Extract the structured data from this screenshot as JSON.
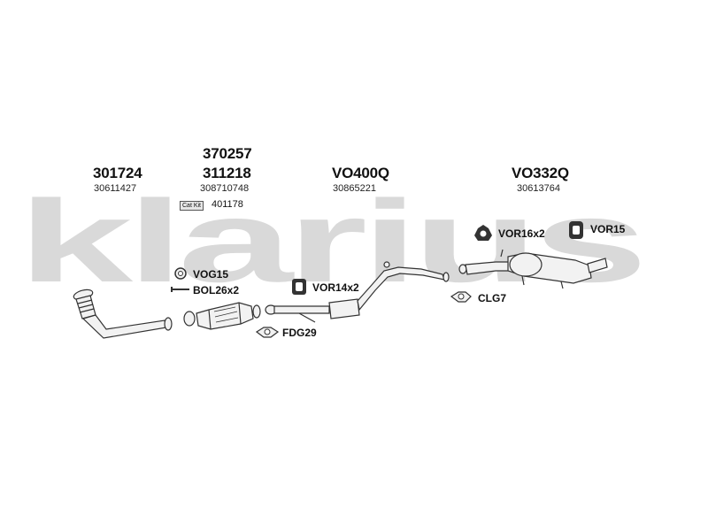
{
  "watermark": "klarius",
  "columns": [
    {
      "id": "c1",
      "codes": [
        "301724"
      ],
      "sub": "30611427"
    },
    {
      "id": "c2",
      "codes": [
        "370257",
        "311218"
      ],
      "sub": "308710748"
    },
    {
      "id": "c3",
      "codes": [
        "VO400Q"
      ],
      "sub": "30865221"
    },
    {
      "id": "c4",
      "codes": [
        "VO332Q"
      ],
      "sub": "30613764"
    }
  ],
  "cat_kit": {
    "badge": "Cat Kit",
    "number": "401178"
  },
  "fittings": {
    "vog15": "VOG15",
    "bol26x2": "BOL26x2",
    "fdg29": "FDG29",
    "vor14x2": "VOR14x2",
    "vor16x2": "VOR16x2",
    "vor15": "VOR15",
    "clg7": "CLG7"
  },
  "colors": {
    "watermark": "#d9d9d9",
    "line": "#333333",
    "part_fill": "#f2f2f2"
  }
}
